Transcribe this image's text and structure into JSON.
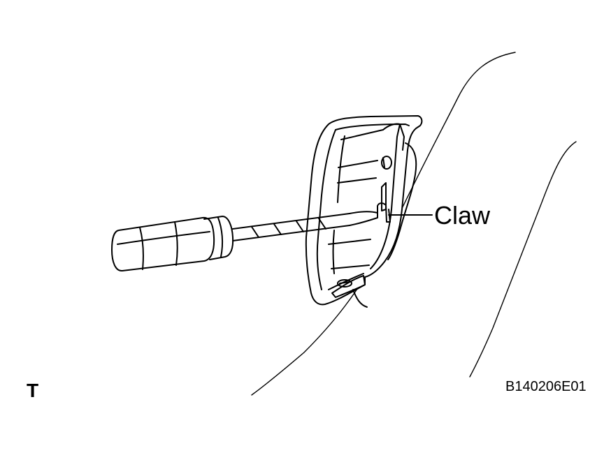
{
  "labels": {
    "claw": "Claw",
    "figure_code": "B140206E01",
    "corner_mark": "T"
  },
  "parts": [
    {
      "name": "seat-panel-outline"
    },
    {
      "name": "trim-cover-part"
    },
    {
      "name": "screwdriver-icon"
    }
  ],
  "colors": {
    "line": "#000000",
    "background": "#ffffff"
  }
}
